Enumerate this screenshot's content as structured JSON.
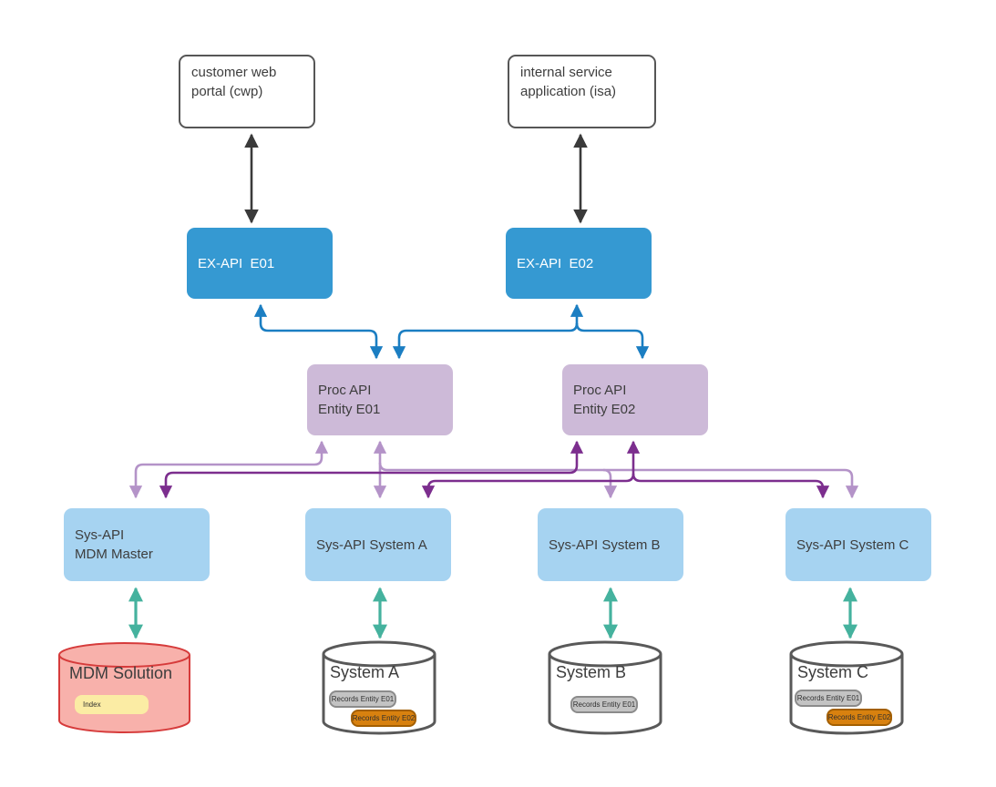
{
  "nodes": {
    "cwp": {
      "label": "customer web portal (cwp)"
    },
    "isa": {
      "label": "internal service application (isa)"
    },
    "exapi_e01": {
      "label": "EX-API  E01"
    },
    "exapi_e02": {
      "label": "EX-API  E02"
    },
    "proc_e01": {
      "line1": "Proc API",
      "line2": "Entity E01"
    },
    "proc_e02": {
      "line1": "Proc API",
      "line2": "Entity E02"
    },
    "sys_mdm": {
      "line1": "Sys-API",
      "line2": "MDM Master"
    },
    "sys_a": {
      "label": "Sys-API System A"
    },
    "sys_b": {
      "label": "Sys-API System B"
    },
    "sys_c": {
      "label": "Sys-API System C"
    }
  },
  "databases": {
    "mdm": {
      "label": "MDM Solution",
      "badges": [
        {
          "text": "Index",
          "type": "yellow"
        }
      ]
    },
    "system_a": {
      "label": "System A",
      "badges": [
        {
          "text": "Records Entity E01",
          "type": "gray"
        },
        {
          "text": "Records Entity E02",
          "type": "orange"
        }
      ]
    },
    "system_b": {
      "label": "System B",
      "badges": [
        {
          "text": "Records Entity E01",
          "type": "gray"
        }
      ]
    },
    "system_c": {
      "label": "System C",
      "badges": [
        {
          "text": "Records Entity E01",
          "type": "gray"
        },
        {
          "text": "Records Entity E02",
          "type": "orange"
        }
      ]
    }
  },
  "edges": [
    {
      "from": "customer web portal (cwp)",
      "to": "EX-API E01",
      "style": "black-double"
    },
    {
      "from": "internal service application (isa)",
      "to": "EX-API E02",
      "style": "black-double"
    },
    {
      "from": "EX-API E01",
      "to": "Proc API Entity E01",
      "style": "blue-double"
    },
    {
      "from": "EX-API E02",
      "to": "Proc API Entity E01",
      "style": "blue-double"
    },
    {
      "from": "EX-API E02",
      "to": "Proc API Entity E02",
      "style": "blue-double"
    },
    {
      "from": "Proc API Entity E01",
      "to": "Sys-API MDM Master",
      "style": "light-purple-double"
    },
    {
      "from": "Proc API Entity E01",
      "to": "Sys-API System A",
      "style": "light-purple-double"
    },
    {
      "from": "Proc API Entity E01",
      "to": "Sys-API System B",
      "style": "light-purple-double"
    },
    {
      "from": "Proc API Entity E01",
      "to": "Sys-API System C",
      "style": "light-purple-double"
    },
    {
      "from": "Proc API Entity E02",
      "to": "Sys-API MDM Master",
      "style": "dark-purple-double"
    },
    {
      "from": "Proc API Entity E02",
      "to": "Sys-API System A",
      "style": "dark-purple-double"
    },
    {
      "from": "Proc API Entity E02",
      "to": "Sys-API System C",
      "style": "dark-purple-double"
    },
    {
      "from": "Sys-API MDM Master",
      "to": "MDM Solution",
      "style": "teal-double"
    },
    {
      "from": "Sys-API System A",
      "to": "System A",
      "style": "teal-double"
    },
    {
      "from": "Sys-API System B",
      "to": "System B",
      "style": "teal-double"
    },
    {
      "from": "Sys-API System C",
      "to": "System C",
      "style": "teal-double"
    }
  ],
  "colors": {
    "ex_api_fill": "#3599d2",
    "proc_api_fill": "#cdbad8",
    "sys_api_fill": "#a6d3f1",
    "plain_box_border": "#565656",
    "arrow_black": "#3a3a3a",
    "arrow_blue": "#1b7ec2",
    "arrow_light_purple": "#b493c8",
    "arrow_dark_purple": "#7c2e8e",
    "arrow_teal": "#45b29e",
    "mdm_cylinder_fill": "#f8b1ab",
    "mdm_cylinder_border": "#d63b3b",
    "cylinder_border": "#595959",
    "badge_yellow": "#fbeca4",
    "badge_gray": "#c3c3c3",
    "badge_orange": "#d8810f",
    "text_dark": "#3d3d3d"
  }
}
